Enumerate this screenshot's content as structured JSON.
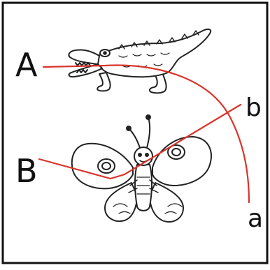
{
  "labels": {
    "upper_left": "A",
    "lower_left": "B",
    "upper_right": "b",
    "lower_right": "a"
  },
  "colors": {
    "background": "#ffffff",
    "frame": "#111111",
    "connector_lines": "#d9342b",
    "drawing_ink": "#222222"
  },
  "figures": {
    "top": "crocodile",
    "bottom": "butterfly"
  }
}
